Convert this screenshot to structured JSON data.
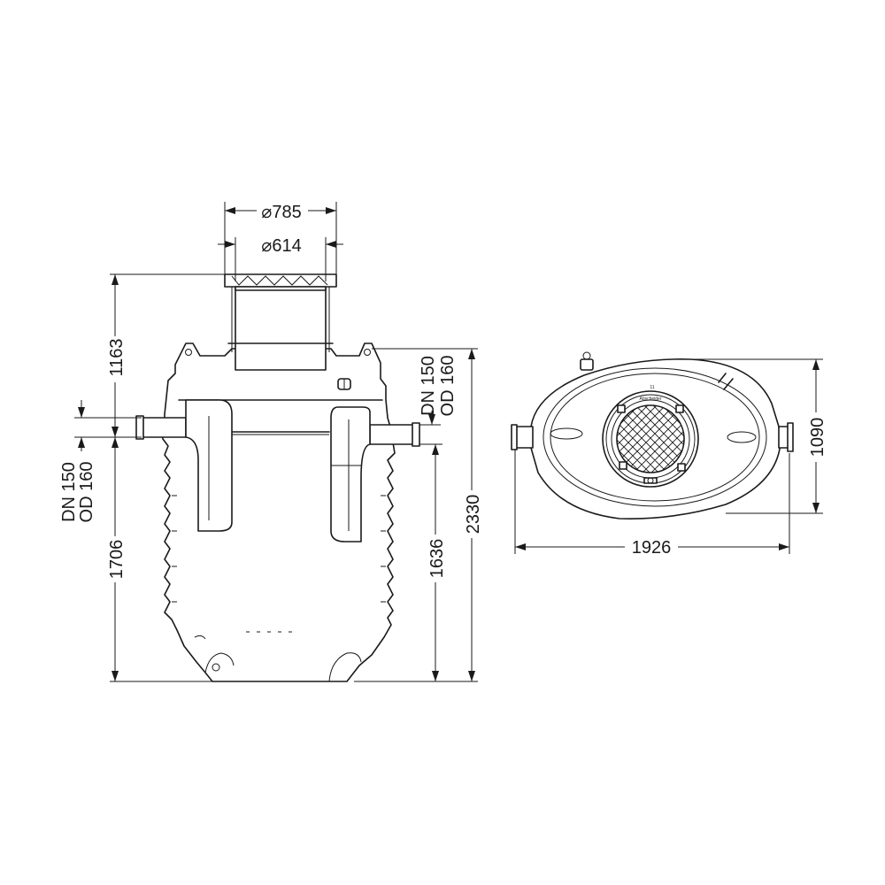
{
  "side_view": {
    "dim_top_outer": {
      "symbol": "⌀",
      "value": "785"
    },
    "dim_top_inner": {
      "symbol": "⌀",
      "value": "614"
    },
    "dim_height_upper": "1163",
    "dim_inlet_height": "1706",
    "dim_outlet_height": "1636",
    "dim_total_height": "2330",
    "inlet_label": {
      "line1": "DN 150",
      "line2": "OD 160"
    },
    "outlet_label": {
      "line1": "DN 150",
      "line2": "OD 160"
    }
  },
  "top_view": {
    "dim_width": "1926",
    "dim_depth": "1090",
    "cover_text": "Abscheider",
    "cover_number": "11"
  }
}
